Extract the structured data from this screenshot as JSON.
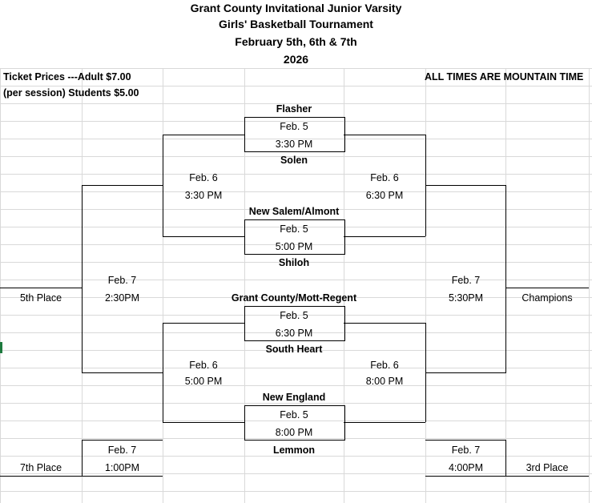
{
  "title": {
    "line1": "Grant County Invitational Junior Varsity",
    "line2": "Girls' Basketball Tournament",
    "line3": "February 5th, 6th & 7th",
    "line4": "2026"
  },
  "tickets": {
    "line1": "Ticket Prices ---Adult   $7.00",
    "line2": "(per session)  Students $5.00"
  },
  "time_note": "ALL TIMES ARE MOUNTAIN TIME",
  "teams": {
    "flasher": "Flasher",
    "solen": "Solen",
    "new_salem": "New Salem/Almont",
    "shiloh": "Shiloh",
    "grant_county": "Grant County/Mott-Regent",
    "south_heart": "South Heart",
    "new_england": "New England",
    "lemmon": "Lemmon"
  },
  "round1": {
    "g1": {
      "date": "Feb. 5",
      "time": "3:30 PM"
    },
    "g2": {
      "date": "Feb. 5",
      "time": "5:00 PM"
    },
    "g3": {
      "date": "Feb. 5",
      "time": "6:30 PM"
    },
    "g4": {
      "date": "Feb. 5",
      "time": "8:00 PM"
    }
  },
  "round2": {
    "left_top": {
      "date": "Feb. 6",
      "time": "3:30 PM"
    },
    "right_top": {
      "date": "Feb. 6",
      "time": "6:30 PM"
    },
    "left_bottom": {
      "date": "Feb. 6",
      "time": "5:00 PM"
    },
    "right_bottom": {
      "date": "Feb. 6",
      "time": "8:00 PM"
    }
  },
  "finals": {
    "fifth": {
      "date": "Feb. 7",
      "time": "2:30PM",
      "label": "5th Place"
    },
    "champions": {
      "date": "Feb. 7",
      "time": "5:30PM",
      "label": "Champions"
    },
    "seventh": {
      "date": "Feb. 7",
      "time": "1:00PM",
      "label": "7th Place"
    },
    "third": {
      "date": "Feb. 7",
      "time": "4:00PM",
      "label": "3rd Place"
    }
  }
}
